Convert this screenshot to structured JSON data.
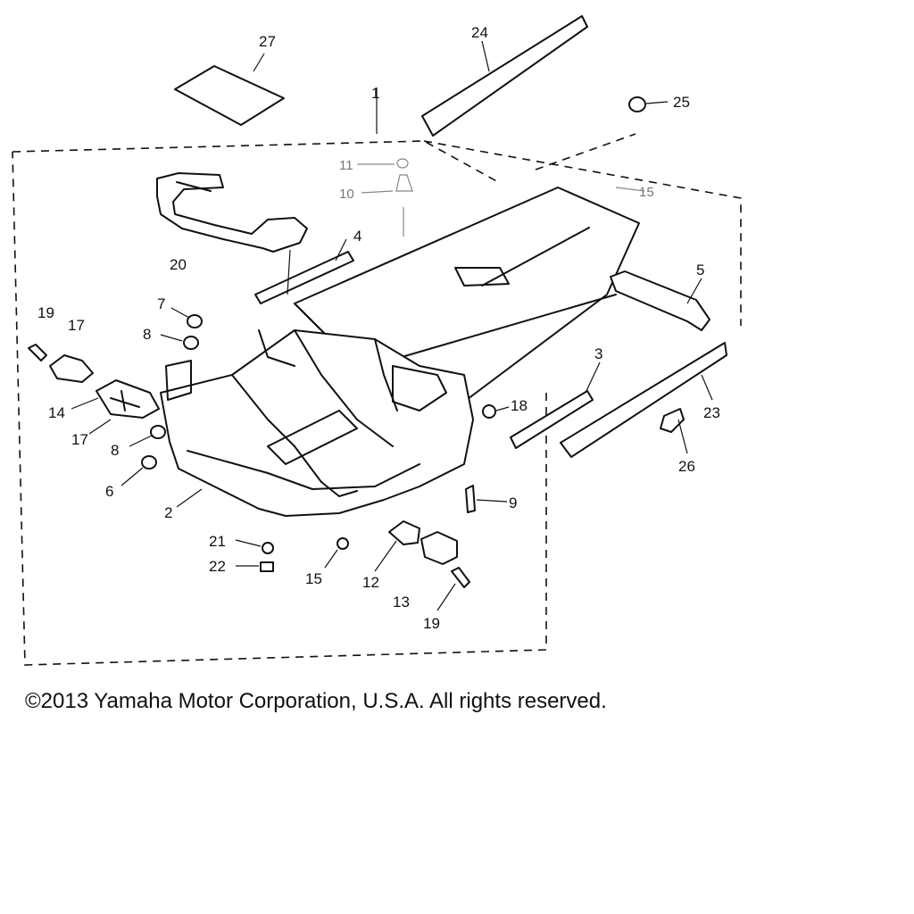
{
  "copyright": "©2013 Yamaha Motor Corporation, U.S.A. All rights reserved.",
  "callouts": {
    "c1": "1",
    "c2": "2",
    "c3": "3",
    "c4": "4",
    "c5": "5",
    "c6": "6",
    "c7": "7",
    "c8a": "8",
    "c8b": "8",
    "c9": "9",
    "c10": "10",
    "c11": "11",
    "c12": "12",
    "c13": "13",
    "c14": "14",
    "c15a": "15",
    "c15b": "15",
    "c17a": "17",
    "c17b": "17",
    "c18": "18",
    "c19a": "19",
    "c19b": "19",
    "c20": "20",
    "c21": "21",
    "c22": "22",
    "c23": "23",
    "c24": "24",
    "c25": "25",
    "c26": "26",
    "c27": "27"
  }
}
